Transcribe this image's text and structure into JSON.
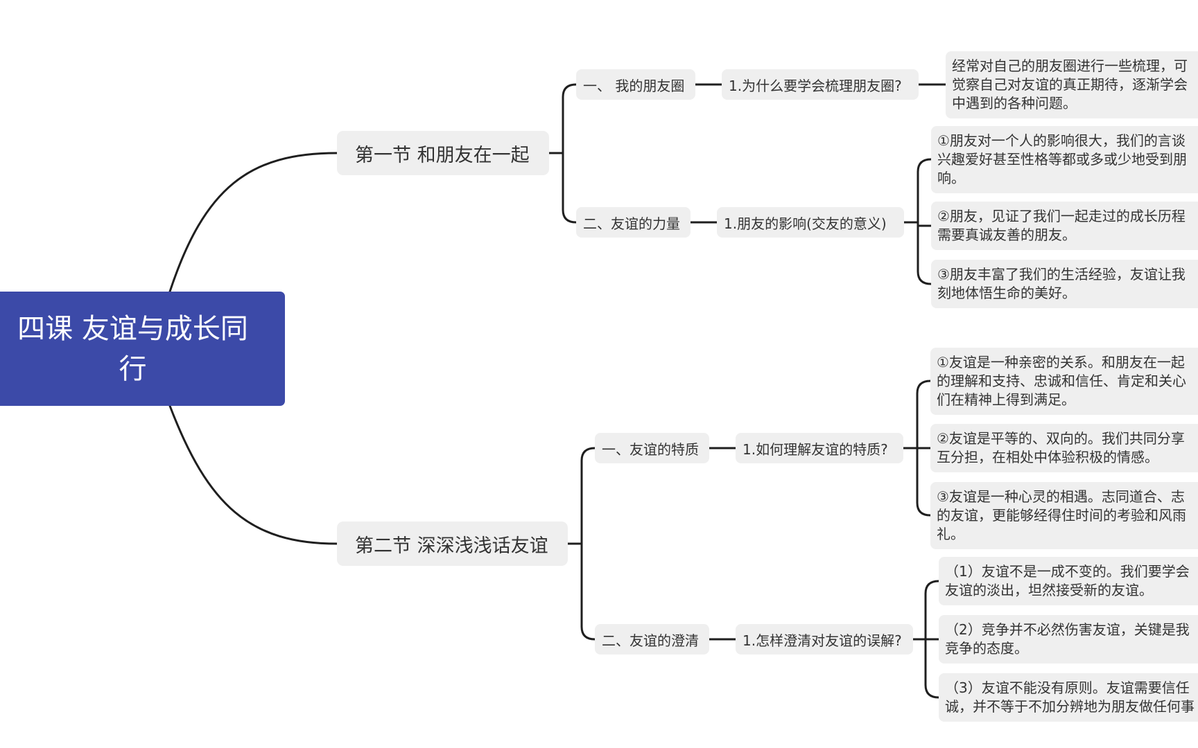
{
  "root": {
    "line1": "四课 友谊与成长同",
    "line2": "行"
  },
  "sections": [
    {
      "title": "第一节 和朋友在一起",
      "topics": [
        {
          "label": "一、 我的朋友圈",
          "question": "1.为什么要学会梳理朋友圈?",
          "answers": [
            {
              "text": "经常对自己的朋友圈进行一些梳理，可\n觉察自己对友谊的真正期待，逐渐学会\n中遇到的各种问题。"
            }
          ]
        },
        {
          "label": "二、友谊的力量",
          "question": "1.朋友的影响(交友的意义)",
          "answers": [
            {
              "text": "①朋友对一个人的影响很大，我们的言谈\n兴趣爱好甚至性格等都或多或少地受到朋\n响。"
            },
            {
              "text": "②朋友，见证了我们一起走过的成长历程\n需要真诚友善的朋友。"
            },
            {
              "text": "③朋友丰富了我们的生活经验，友谊让我\n刻地体悟生命的美好。"
            }
          ]
        }
      ]
    },
    {
      "title": "第二节 深深浅浅话友谊",
      "topics": [
        {
          "label": "一、友谊的特质",
          "question": "1.如何理解友谊的特质?",
          "answers": [
            {
              "text": "①友谊是一种亲密的关系。和朋友在一起\n的理解和支持、忠诚和信任、肯定和关心\n们在精神上得到满足。"
            },
            {
              "text": "②友谊是平等的、双向的。我们共同分享\n互分担，在相处中体验积极的情感。"
            },
            {
              "text": "③友谊是一种心灵的相遇。志同道合、志\n的友谊，更能够经得住时间的考验和风雨\n礼。"
            }
          ]
        },
        {
          "label": "二、友谊的澄清",
          "question": "1.怎样澄清对友谊的误解?",
          "answers": [
            {
              "text": "（1）友谊不是一成不变的。我们要学会\n友谊的淡出，坦然接受新的友谊。"
            },
            {
              "text": "（2）竞争并不必然伤害友谊，关键是我\n竞争的态度。"
            },
            {
              "text": "（3）友谊不能没有原则。友谊需要信任\n诚，并不等于不加分辨地为朋友做任何事"
            }
          ]
        }
      ]
    }
  ],
  "colors": {
    "root_fill": "#3c4aa8",
    "node_fill": "#efefef",
    "line": "#1f1f1f",
    "text": "#333333"
  }
}
